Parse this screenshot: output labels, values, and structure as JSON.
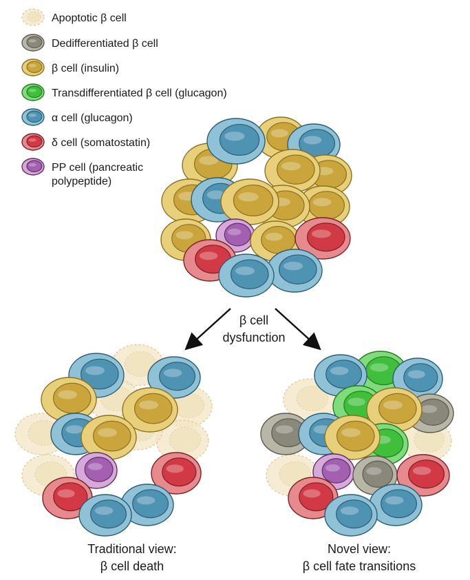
{
  "legend": [
    {
      "key": "apoptotic",
      "label": "Apoptotic β cell"
    },
    {
      "key": "dediff",
      "label": "Dedifferentiated β cell"
    },
    {
      "key": "beta",
      "label": "β cell (insulin)"
    },
    {
      "key": "trans",
      "label": "Transdifferentiated β cell (glucagon)"
    },
    {
      "key": "alpha",
      "label": "α cell (glucagon)"
    },
    {
      "key": "delta",
      "label": "δ cell (somatostatin)"
    },
    {
      "key": "pp",
      "label": "PP cell (pancreatic polypeptide)",
      "lines": [
        "PP cell (pancreatic",
        "polypeptide)"
      ]
    }
  ],
  "colors": {
    "apoptotic": {
      "fill": "#f2e6c4",
      "nucleus": "#efe0b6",
      "stroke": "#d9c690"
    },
    "dediff": {
      "fill": "#b8b6a6",
      "nucleus": "#8a887a",
      "stroke": "#5c5a4f"
    },
    "beta": {
      "fill": "#e8cf7a",
      "nucleus": "#c9a53b",
      "stroke": "#8c7020"
    },
    "trans": {
      "fill": "#7fdc7a",
      "nucleus": "#3fbf3c",
      "stroke": "#267a22"
    },
    "alpha": {
      "fill": "#8fc2d6",
      "nucleus": "#4f93b3",
      "stroke": "#2d5d75"
    },
    "delta": {
      "fill": "#e78a8e",
      "nucleus": "#d13a45",
      "stroke": "#7d1f26"
    },
    "pp": {
      "fill": "#d6a9d8",
      "nucleus": "#a360b0",
      "stroke": "#5e2f66"
    }
  },
  "center_label": [
    "β cell",
    "dysfunction"
  ],
  "captions": {
    "traditional": [
      "Traditional view:",
      "β cell death"
    ],
    "novel": [
      "Novel view:",
      "β cell fate transitions"
    ]
  }
}
